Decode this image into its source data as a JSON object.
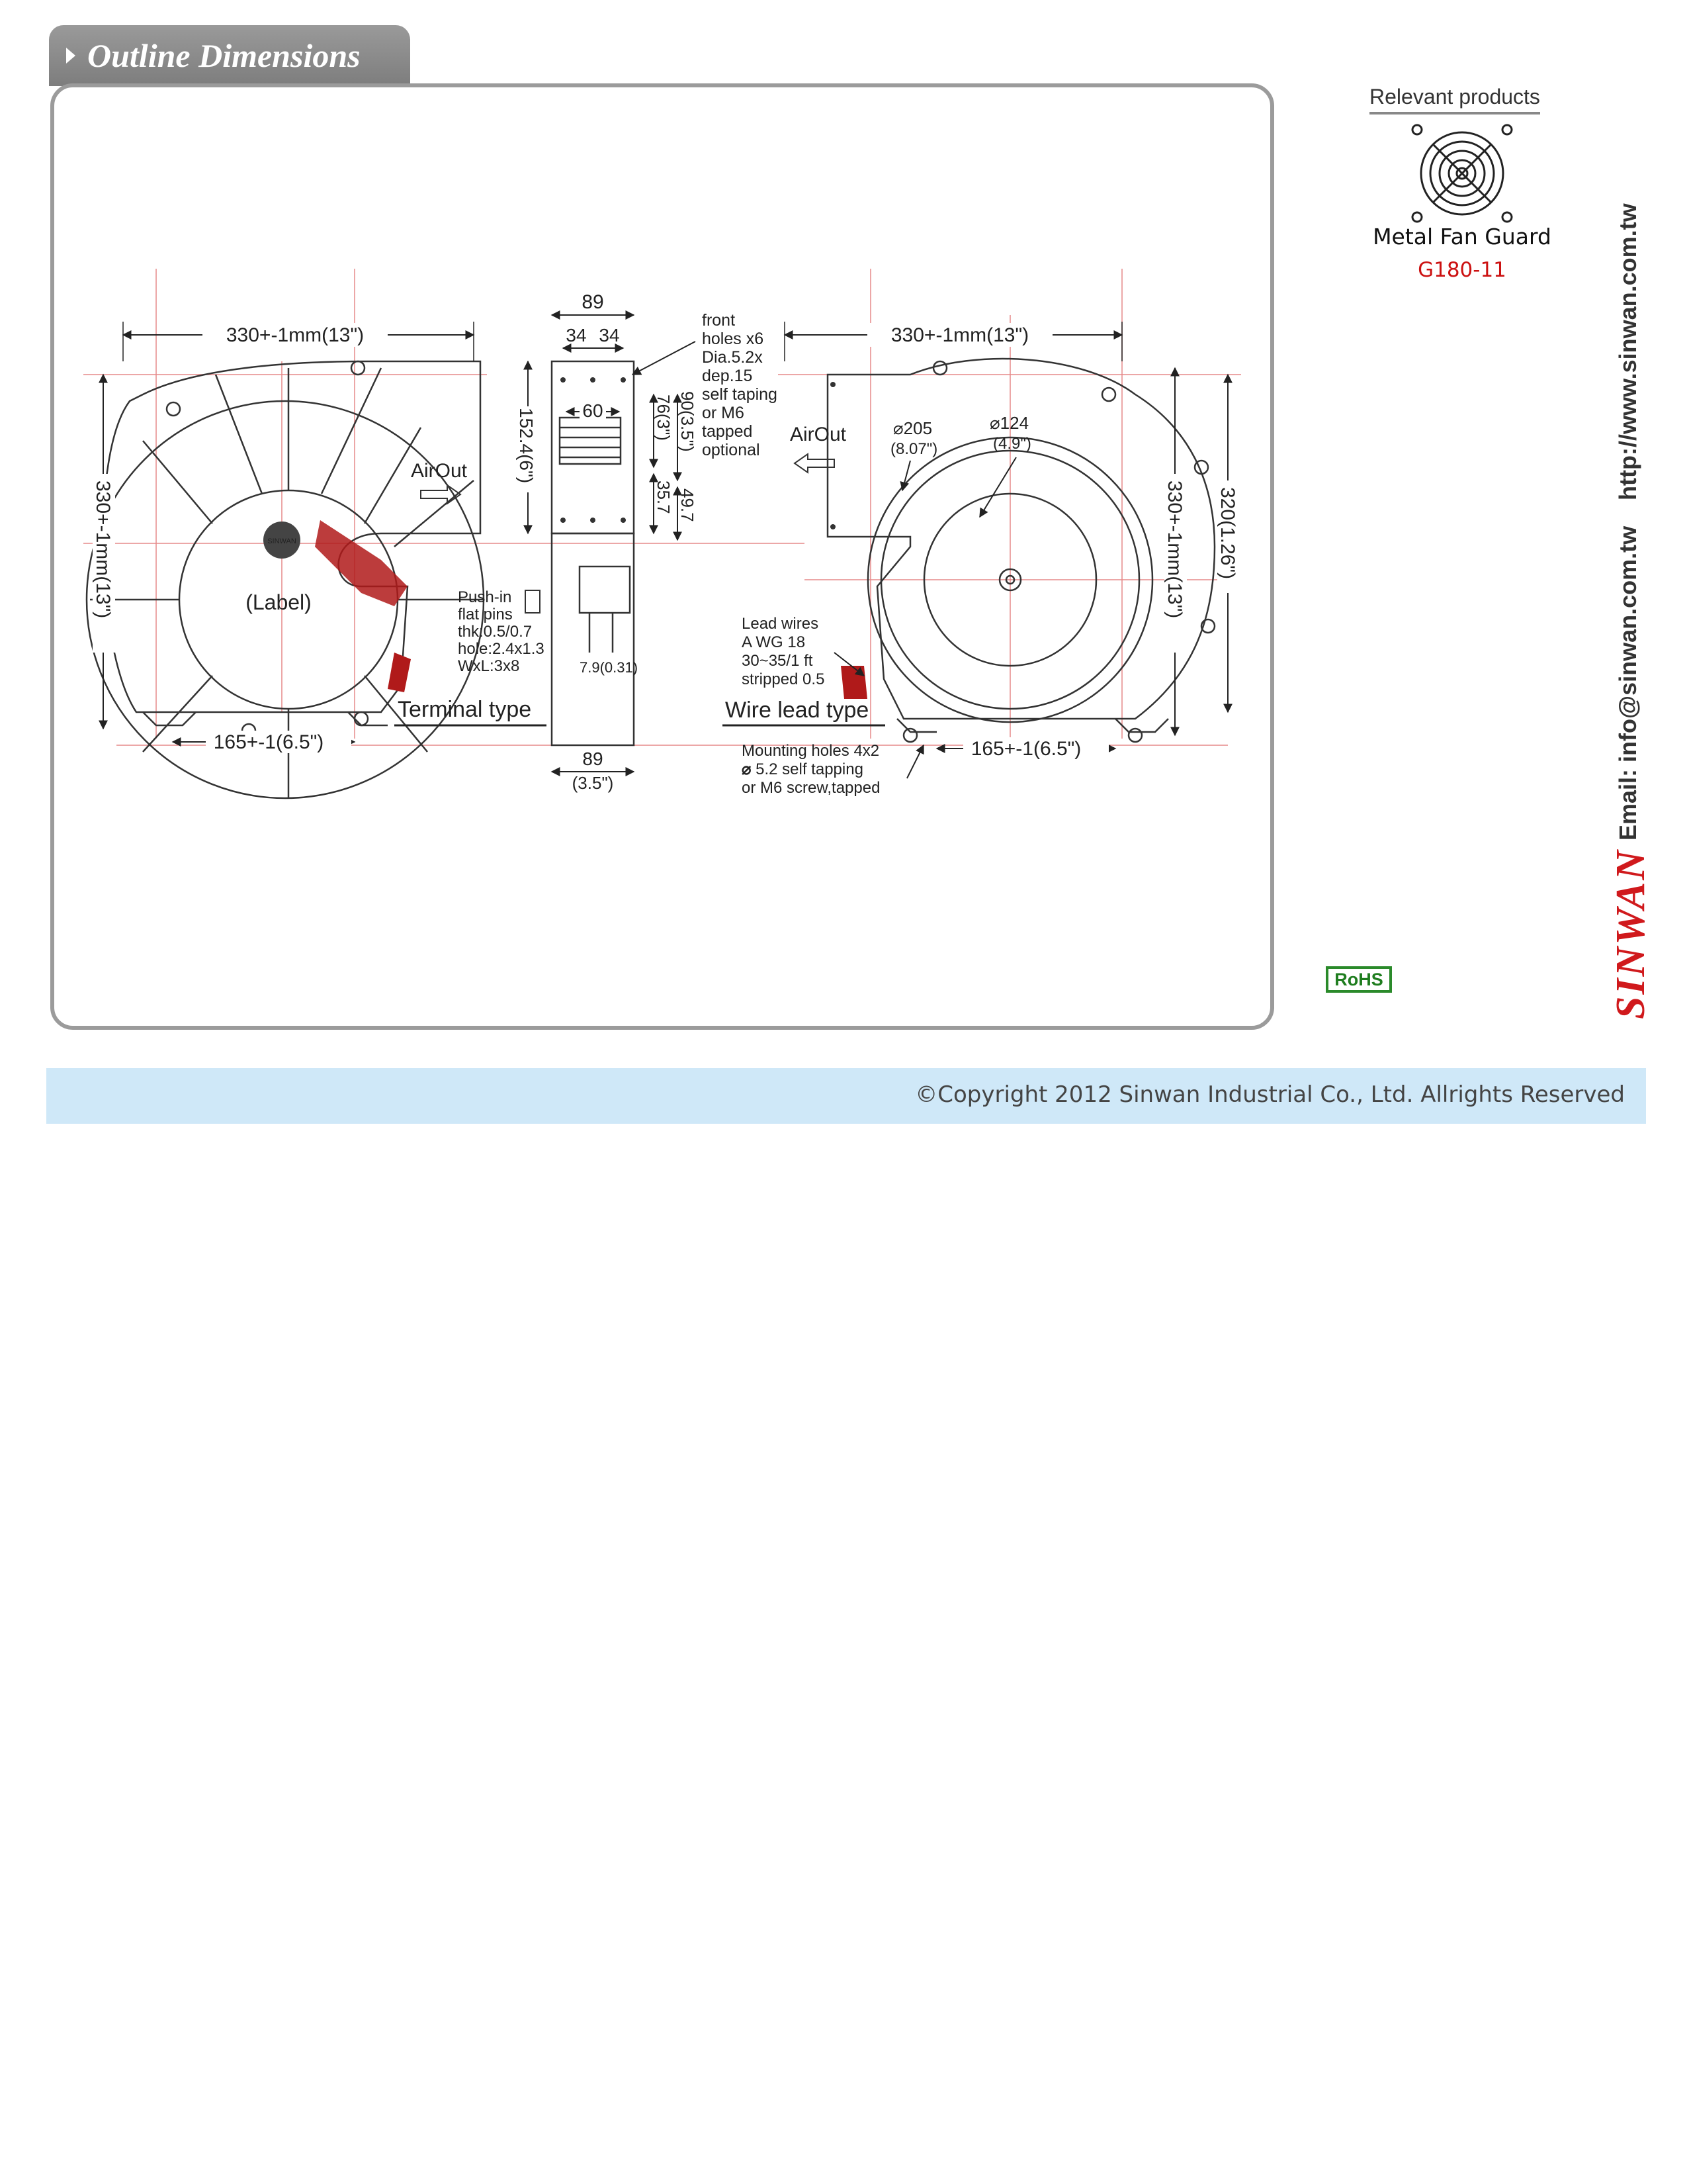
{
  "header": {
    "title": "Outline Dimensions"
  },
  "drawing": {
    "left_view": {
      "width_dim": "330+-1mm(13\")",
      "height_dim": "330+-1mm(13\")",
      "bottom_dim": "165+-1(6.5\")",
      "label_text": "(Label)",
      "logo_text": "SINWAN",
      "airflow_label": "AirOut",
      "type_label": "Terminal type",
      "terminal_note": [
        "Push-in",
        "flat pins",
        "thk:0.5/0.7",
        "hole:2.4x1.3",
        "WxL:3x8"
      ]
    },
    "side_view": {
      "top_dim": "89",
      "hole_spacing_a": "34",
      "hole_spacing_b": "34",
      "inner_width": "60",
      "height_dim": "152.4(6\")",
      "dim_76": "76(3\")",
      "dim_90": "90(3.5\")",
      "dim_35": "35.7",
      "dim_49": "49.7",
      "pin_dim": "7.9(0.31)",
      "bottom_dim": "89",
      "bottom_dim_in": "(3.5\")",
      "holes_note": [
        "front",
        "holes x6",
        "Dia.5.2x",
        "dep.15",
        "self taping",
        "or M6",
        "tapped",
        "optional"
      ]
    },
    "right_view": {
      "width_dim": "330+-1mm(13\")",
      "height_dim": "330+-1mm(13\")",
      "height_dim_2": "320(1.26\")",
      "bottom_dim": "165+-1(6.5\")",
      "dia_outer": "205",
      "dia_outer_in": "(8.07\")",
      "dia_inner": "124",
      "dia_inner_in": "(4.9\")",
      "airflow_label": "AirOut",
      "type_label": "Wire lead type",
      "lead_note": [
        "Lead wires",
        "A WG 18",
        "30~35/1 ft",
        "stripped 0.5"
      ],
      "mount_note": [
        "Mounting holes 4x2",
        "5.2 self tapping",
        "or M6 screw,tapped"
      ]
    }
  },
  "sidebar": {
    "relevant_title": "Relevant products",
    "product_name": "Metal Fan Guard",
    "product_code": "G180-11",
    "product_icon": "fan-guard-icon",
    "rohs": "RoHS",
    "url": "http://www.sinwan.com.tw",
    "email": "Email: info@sinwan.com.tw",
    "brand": "SINWAN"
  },
  "footer": {
    "copyright": "©Copyright 2012 Sinwan Industrial Co., Ltd. Allrights Reserved"
  },
  "colors": {
    "tab": "#8a8a8a",
    "brand_red": "#d0191c",
    "footer_bg": "#cfe8f8",
    "rohs_green": "#2a8a2a"
  }
}
